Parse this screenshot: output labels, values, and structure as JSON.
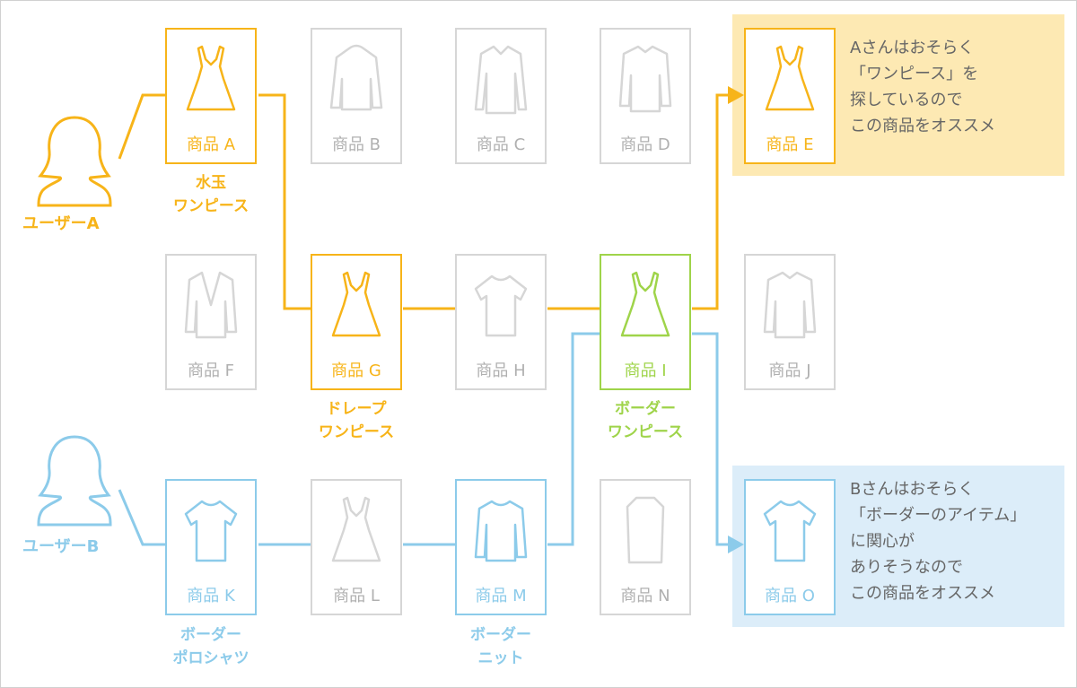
{
  "colors": {
    "userA": "#f7b419",
    "userB": "#8ccbea",
    "highlight": "#9fd44a",
    "inactive": "#d6d6d6",
    "calloutA": "#fde9b3",
    "calloutB": "#dcedf9"
  },
  "users": [
    {
      "label": "ユーザーA"
    },
    {
      "label": "ユーザーB"
    }
  ],
  "products": {
    "A": "商品 A",
    "B": "商品 B",
    "C": "商品 C",
    "D": "商品 D",
    "E": "商品 E",
    "F": "商品 F",
    "G": "商品 G",
    "H": "商品 H",
    "I": "商品 I",
    "J": "商品 J",
    "K": "商品 K",
    "L": "商品 L",
    "M": "商品 M",
    "N": "商品 N",
    "O": "商品 O"
  },
  "item_labels": {
    "A": [
      "水玉",
      "ワンピース"
    ],
    "G": [
      "ドレープ",
      "ワンピース"
    ],
    "I": [
      "ボーダー",
      "ワンピース"
    ],
    "K": [
      "ボーダー",
      "ポロシャツ"
    ],
    "M": [
      "ボーダー",
      "ニット"
    ]
  },
  "callouts": {
    "A": [
      "Aさんはおそらく",
      "「ワンピース」を",
      "探しているので",
      "この商品をオススメ"
    ],
    "B": [
      "Bさんはおそらく",
      "「ボーダーのアイテム」",
      "に関心が",
      "ありそうなので",
      "この商品をオススメ"
    ]
  }
}
